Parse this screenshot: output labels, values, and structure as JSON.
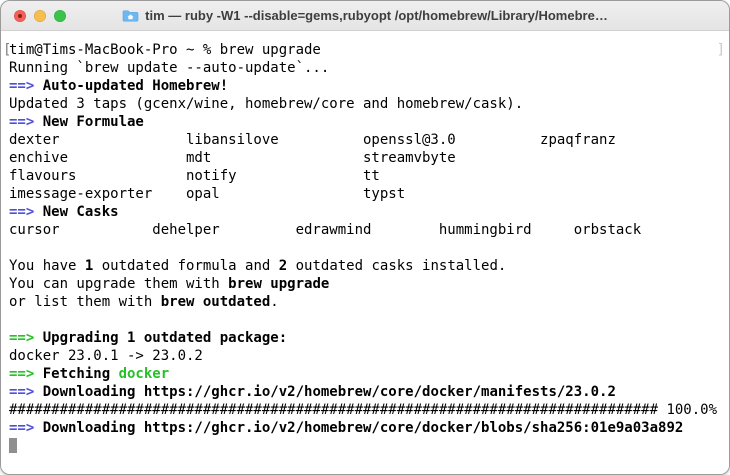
{
  "window": {
    "title": "tim — ruby -W1 --disable=gems,rubyopt /opt/homebrew/Library/Homebre…",
    "proxy_icon": "home-folder-icon",
    "lights": {
      "close": {
        "color": "#f3605a"
      },
      "minimize": {
        "color": "#f6bd4f"
      },
      "zoom": {
        "color": "#3ac24a"
      }
    }
  },
  "colors": {
    "arrow_blue": "#4e4ed8",
    "arrow_green": "#28c028",
    "text": "#000000",
    "mark_left": "#7d7d7d",
    "mark_right": "#c8c8c8",
    "cursor_gray": "#8f8f8f",
    "edited_dot": "#8c1d12",
    "folder_blue": "#6db8ef",
    "folder_blue_dark": "#55a4e4",
    "titlebar_text": "#3e3e3e"
  },
  "terminal": {
    "lines": [
      {
        "left_mark": "[",
        "right_mark": "]",
        "segments": [
          [
            "n",
            "tim@Tims-MacBook-Pro ~ % brew upgrade"
          ]
        ]
      },
      {
        "segments": [
          [
            "n",
            "Running `brew update --auto-update`..."
          ]
        ]
      },
      {
        "segments": [
          [
            "ab",
            "==> "
          ],
          [
            "b",
            "Auto-updated Homebrew!"
          ]
        ]
      },
      {
        "segments": [
          [
            "n",
            "Updated 3 taps (gcenx/wine, homebrew/core and homebrew/cask)."
          ]
        ]
      },
      {
        "segments": [
          [
            "ab",
            "==> "
          ],
          [
            "b",
            "New Formulae"
          ]
        ]
      },
      {
        "segments": [
          [
            "n",
            "dexter               libansilove          openssl@3.0          zpaqfranz"
          ]
        ]
      },
      {
        "segments": [
          [
            "n",
            "enchive              mdt                  streamvbyte"
          ]
        ]
      },
      {
        "segments": [
          [
            "n",
            "flavours             notify               tt"
          ]
        ]
      },
      {
        "segments": [
          [
            "n",
            "imessage-exporter    opal                 typst"
          ]
        ]
      },
      {
        "segments": [
          [
            "ab",
            "==> "
          ],
          [
            "b",
            "New Casks"
          ]
        ]
      },
      {
        "segments": [
          [
            "n",
            "cursor           dehelper         edrawmind        hummingbird     orbstack"
          ]
        ]
      },
      {
        "segments": []
      },
      {
        "segments": [
          [
            "n",
            "You have "
          ],
          [
            "b",
            "1"
          ],
          [
            "n",
            " outdated formula and "
          ],
          [
            "b",
            "2"
          ],
          [
            "n",
            " outdated casks installed."
          ]
        ]
      },
      {
        "segments": [
          [
            "n",
            "You can upgrade them with "
          ],
          [
            "b",
            "brew upgrade"
          ]
        ]
      },
      {
        "segments": [
          [
            "n",
            "or list them with "
          ],
          [
            "b",
            "brew outdated"
          ],
          [
            "n",
            "."
          ]
        ]
      },
      {
        "segments": []
      },
      {
        "segments": [
          [
            "ag",
            "==> "
          ],
          [
            "b",
            "Upgrading 1 outdated package:"
          ]
        ]
      },
      {
        "segments": [
          [
            "n",
            "docker 23.0.1 -> 23.0.2"
          ]
        ]
      },
      {
        "segments": [
          [
            "ag",
            "==> "
          ],
          [
            "b",
            "Fetching "
          ],
          [
            "gb",
            "docker"
          ]
        ]
      },
      {
        "segments": [
          [
            "ab",
            "==> "
          ],
          [
            "b",
            "Downloading https://ghcr.io/v2/homebrew/core/docker/manifests/23.0.2"
          ]
        ]
      },
      {
        "progress": {
          "hash_count": 77,
          "percent": "100.0%"
        },
        "segments": []
      },
      {
        "segments": [
          [
            "ab",
            "==> "
          ],
          [
            "b",
            "Downloading https://ghcr.io/v2/homebrew/core/docker/blobs/sha256:01e9a03a892"
          ]
        ]
      },
      {
        "cursor": true,
        "segments": []
      }
    ]
  }
}
